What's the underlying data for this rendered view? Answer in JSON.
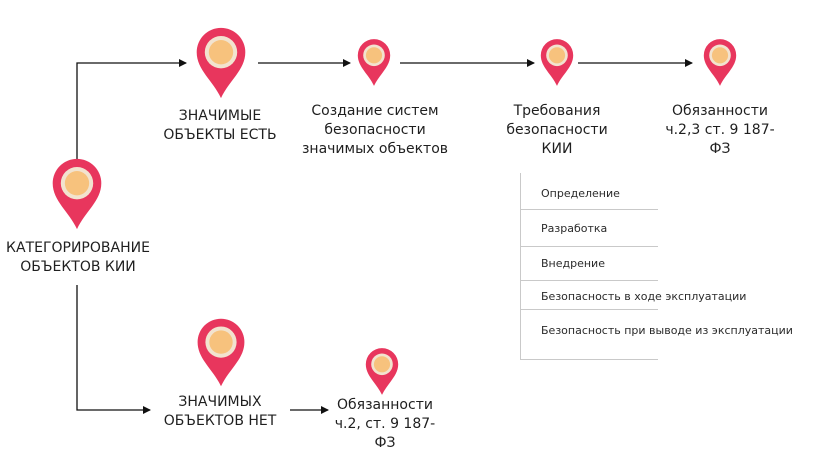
{
  "root": {
    "line1": "КАТЕГОРИРОВАНИЕ",
    "line2": "ОБЪЕКТОВ КИИ"
  },
  "upper": {
    "start": {
      "line1": "ЗНАЧИМЫЕ",
      "line2": "ОБЪЕКТЫ ЕСТЬ"
    },
    "creation": {
      "line1": "Создание систем",
      "line2": "безопасности",
      "line3": "значимых объектов"
    },
    "requirements": {
      "line1": "Требования",
      "line2": "безопасности",
      "line3": "КИИ"
    },
    "duties": {
      "line1": "Обязанности",
      "line2": "ч.2,3 ст. 9 187-",
      "line3": "ФЗ"
    }
  },
  "lower": {
    "start": {
      "line1": "ЗНАЧИМЫХ",
      "line2": "ОБЪЕКТОВ НЕТ"
    },
    "duties": {
      "line1": "Обязанности",
      "line2": "ч.2, ст. 9 187-",
      "line3": "ФЗ"
    }
  },
  "steps": [
    "Определение",
    "Разработка",
    "Внедрение",
    "Безопасность в ходе эксплуатации",
    "Безопасность при выводе из эксплуатации"
  ],
  "colors": {
    "pin": "#e8365d",
    "pin_dark": "#c4223f",
    "pin_center": "#f7c27d",
    "pin_center_ring": "#f2e3cf",
    "line": "#111111",
    "divider": "#c9c9c9"
  },
  "icons": {
    "marker": "map-pin-icon"
  }
}
